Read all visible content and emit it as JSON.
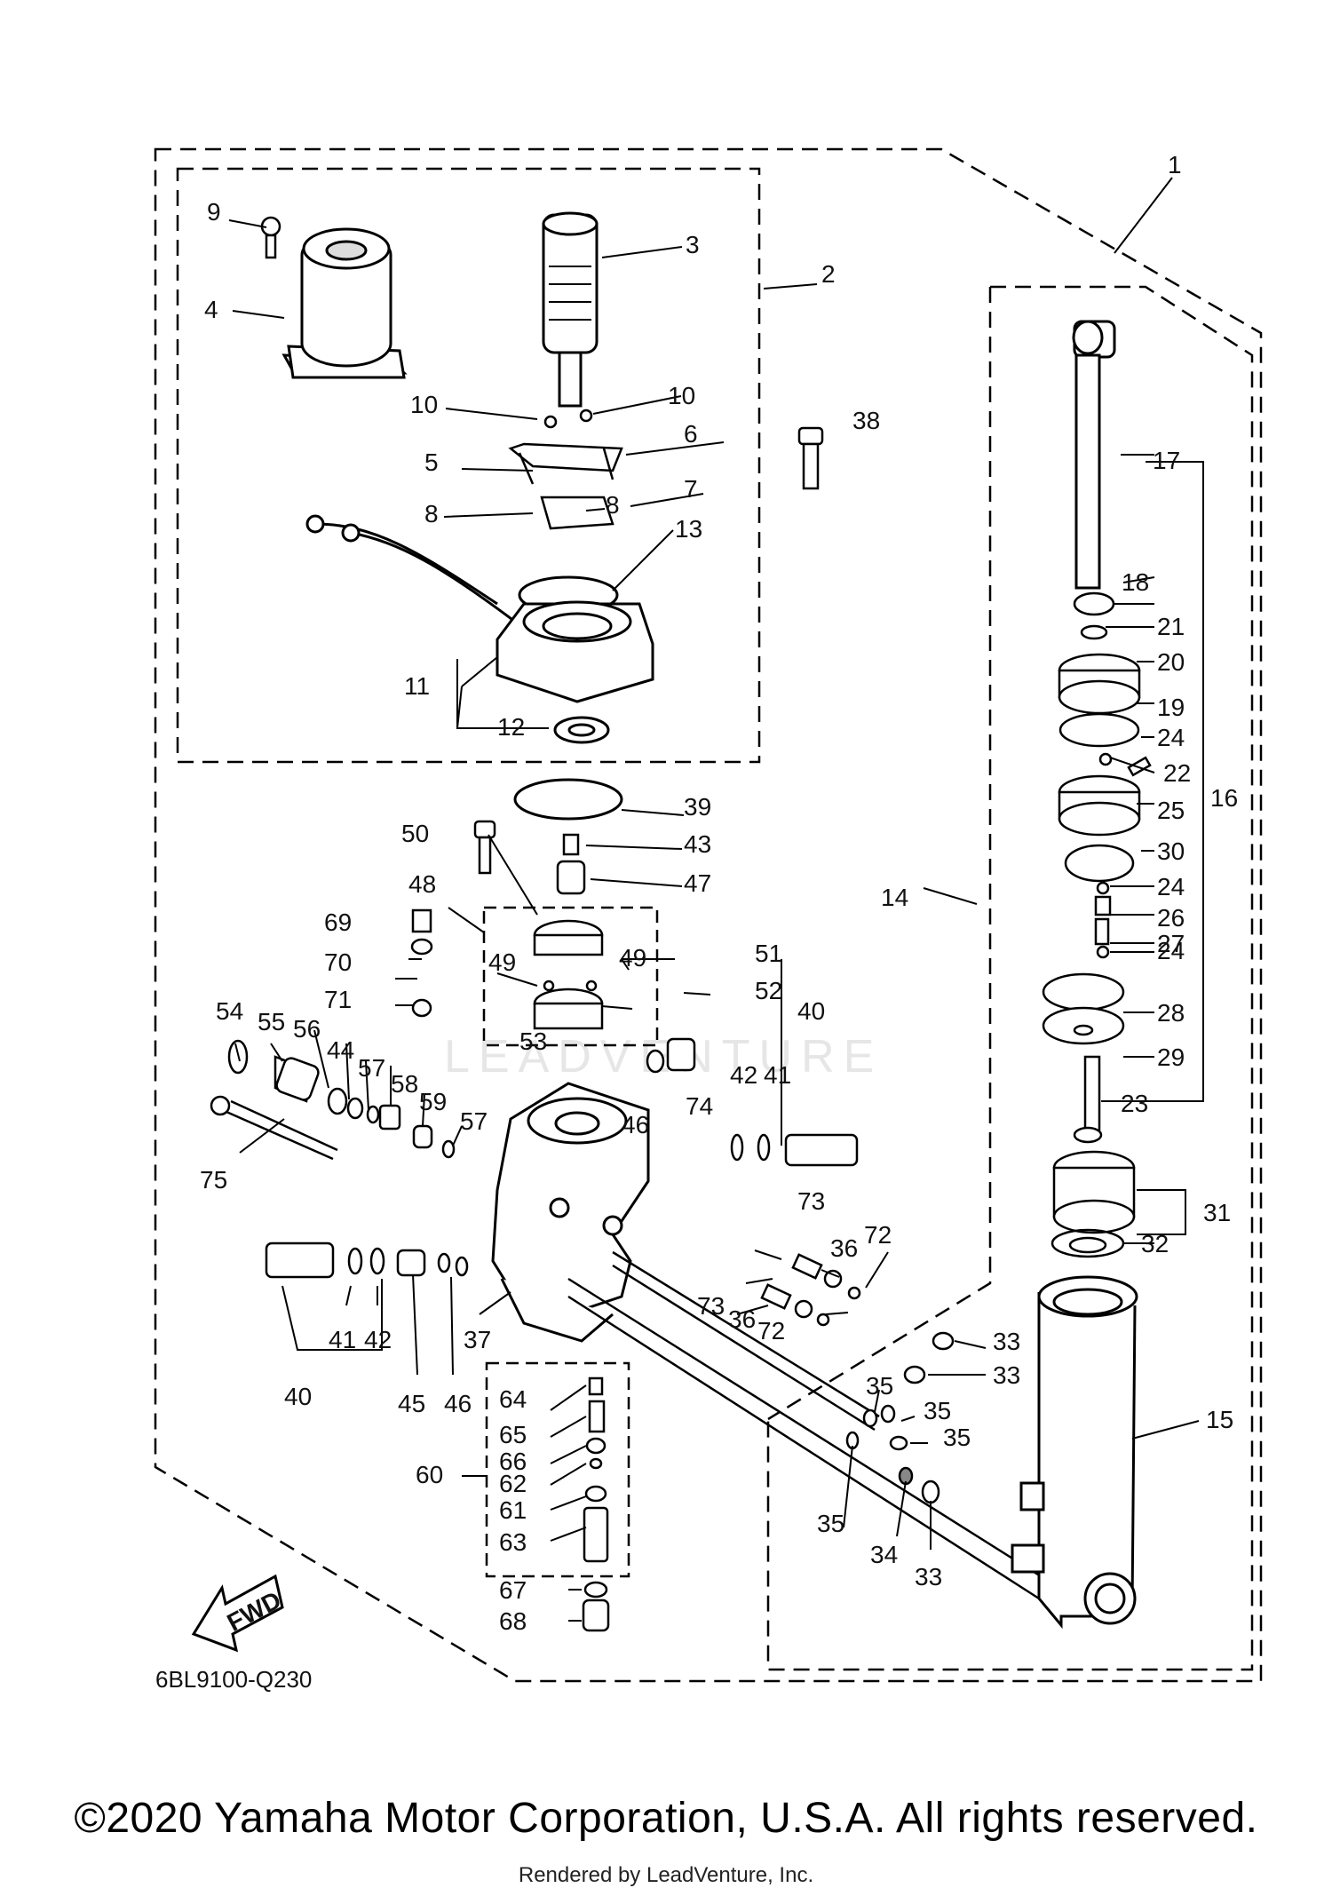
{
  "diagram": {
    "drawing_code": "6BL9100-Q230",
    "fwd_label": "FWD",
    "watermark": "LEADVENTURE",
    "parts": [
      "1",
      "2",
      "3",
      "4",
      "5",
      "6",
      "7",
      "8",
      "9",
      "10",
      "11",
      "12",
      "13",
      "14",
      "15",
      "16",
      "17",
      "18",
      "19",
      "20",
      "21",
      "22",
      "23",
      "24",
      "25",
      "26",
      "27",
      "28",
      "29",
      "30",
      "31",
      "32",
      "33",
      "34",
      "35",
      "36",
      "37",
      "38",
      "39",
      "40",
      "41",
      "42",
      "43",
      "44",
      "45",
      "46",
      "47",
      "48",
      "49",
      "50",
      "51",
      "52",
      "53",
      "54",
      "55",
      "56",
      "57",
      "58",
      "59",
      "60",
      "61",
      "62",
      "63",
      "64",
      "65",
      "66",
      "67",
      "68",
      "69",
      "70",
      "71",
      "72",
      "73",
      "74",
      "75"
    ],
    "line_color": "#000000"
  },
  "footer": {
    "copyright": "©2020 Yamaha Motor Corporation, U.S.A. All rights reserved.",
    "rendered_by": "Rendered by LeadVenture, Inc."
  }
}
